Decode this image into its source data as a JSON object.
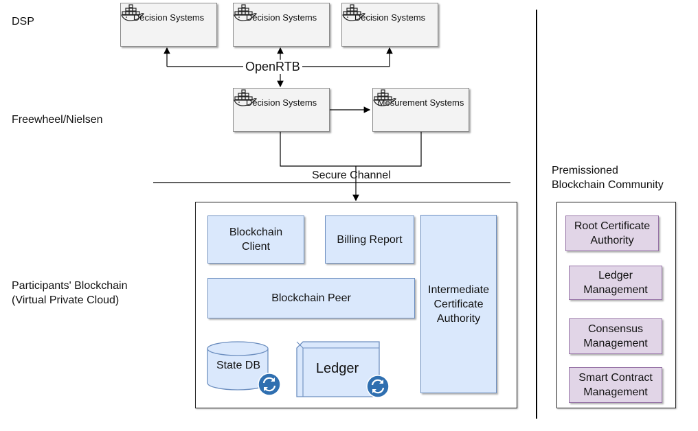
{
  "lanes": {
    "dsp": "DSP",
    "freewheel": "Freewheel/Nielsen",
    "participants": "Participants' Blockchain\n(Virtual Private Cloud)",
    "community": "Premissioned\nBlockchain Community"
  },
  "dsp_boxes": [
    {
      "label": "Decision Systems"
    },
    {
      "label": "Decision Systems"
    },
    {
      "label": "Decision Systems"
    }
  ],
  "freewheel_boxes": {
    "decision": "Decision Systems",
    "measurement": "Mesurement Systems"
  },
  "edges": {
    "openrtb": "OpenRTB",
    "secure_channel": "Secure Channel"
  },
  "vpc": {
    "blockchain_client": "Blockchain\nClient",
    "billing_report": "Billing Report",
    "blockchain_peer": "Blockchain Peer",
    "intermediate_ca": "Intermediate\nCertificate\nAuthority",
    "state_db": "State DB",
    "ledger": "Ledger"
  },
  "community": {
    "root_ca": "Root Certificate\nAuthority",
    "ledger_mgmt": "Ledger\nManagement",
    "consensus_mgmt": "Consensus\nManagement",
    "smart_contract_mgmt": "Smart Contract\nManagement"
  },
  "colors": {
    "blue_fill": "#dae8fc",
    "blue_stroke": "#6c8ebf",
    "purple_fill": "#e1d5e7",
    "purple_stroke": "#9673a6",
    "sync_icon": "#2f6fb0"
  },
  "icons": {
    "container": "docker-whale-icon",
    "sync": "sync-icon"
  }
}
